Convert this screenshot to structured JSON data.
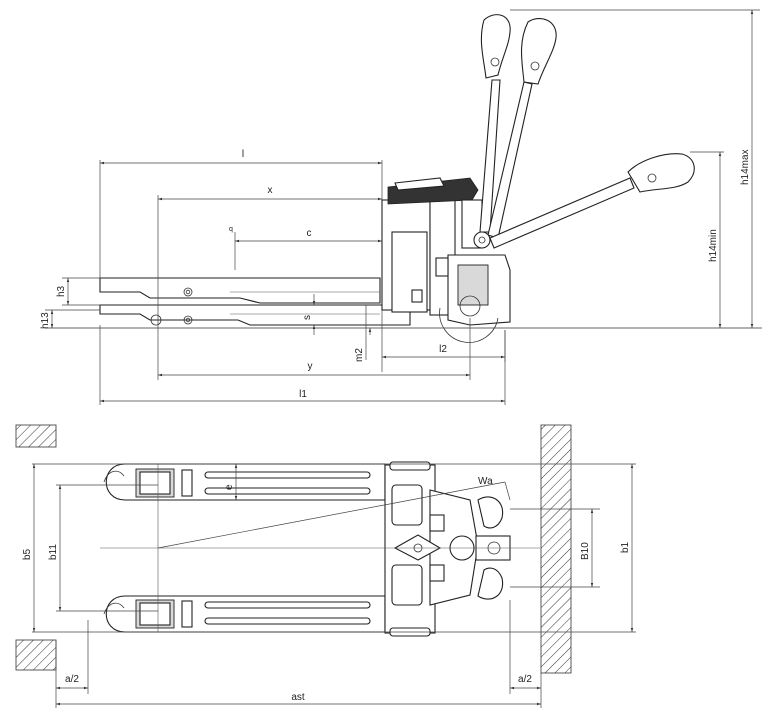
{
  "labels": {
    "l": "l",
    "x": "x",
    "c": "c",
    "q": "q",
    "h3": "h3",
    "h13": "h13",
    "s": "s",
    "m2": "m2",
    "l2": "l2",
    "y": "y",
    "l1": "l1",
    "h14max": "h14max",
    "h14min": "h14min",
    "e": "e",
    "Wa": "Wa",
    "b5": "b5",
    "b11": "b11",
    "B10": "B10",
    "b1": "b1",
    "a2_left": "a/2",
    "a2_right": "a/2",
    "ast": "ast"
  }
}
